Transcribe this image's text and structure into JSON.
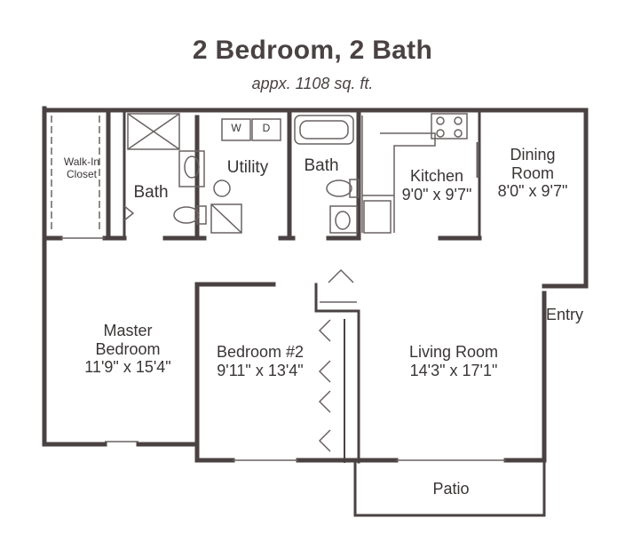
{
  "title": "2 Bedroom, 2 Bath",
  "subtitle": "appx. 1108 sq. ft.",
  "rooms": {
    "walk_in_closet": {
      "line1": "Walk-In",
      "line2": "Closet"
    },
    "bath_master": {
      "name": "Bath"
    },
    "utility": {
      "name": "Utility",
      "washer": "W",
      "dryer": "D"
    },
    "bath_hall": {
      "name": "Bath"
    },
    "kitchen": {
      "name": "Kitchen",
      "size": "9'0\" x 9'7\""
    },
    "dining": {
      "line1": "Dining",
      "line2": "Room",
      "size": "8'0\" x 9'7\""
    },
    "entry": {
      "name": "Entry"
    },
    "master_bedroom": {
      "line1": "Master",
      "line2": "Bedroom",
      "size": "11'9\" x 15'4\""
    },
    "bedroom2": {
      "name": "Bedroom #2",
      "size": "9'11\" x 13'4\""
    },
    "living_room": {
      "name": "Living Room",
      "size": "14'3\" x 17'1\""
    },
    "patio": {
      "name": "Patio"
    }
  },
  "colors": {
    "wall": "#4a4242",
    "line": "#6a6262",
    "background": "#ffffff"
  }
}
